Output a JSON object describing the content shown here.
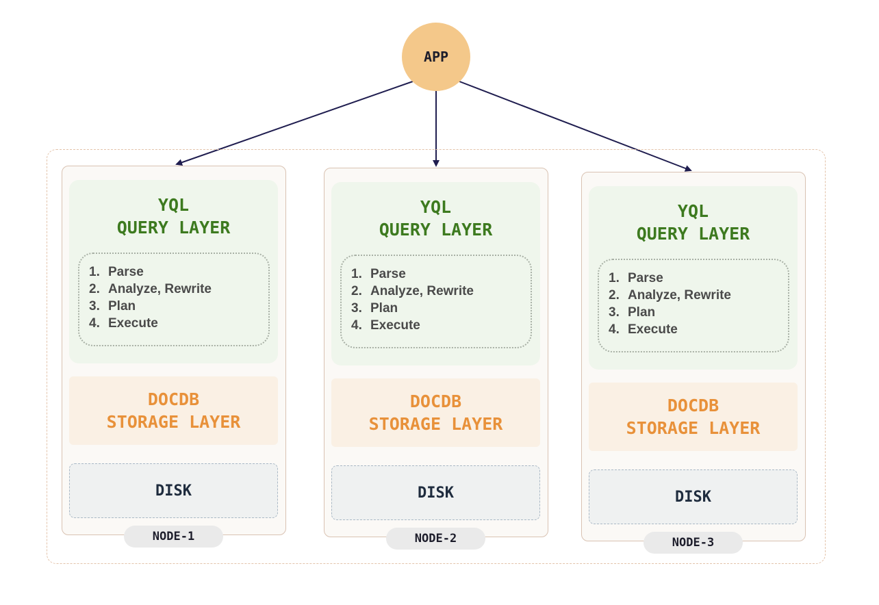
{
  "app": {
    "label": "APP"
  },
  "nodes": [
    {
      "name": "NODE-1",
      "query_layer": [
        "YQL",
        "QUERY LAYER"
      ],
      "steps": [
        {
          "num": "1.",
          "text": "Parse"
        },
        {
          "num": "2.",
          "text": "Analyze, Rewrite"
        },
        {
          "num": "3.",
          "text": "Plan"
        },
        {
          "num": "4.",
          "text": "Execute"
        }
      ],
      "storage_layer": [
        "DOCDB",
        "STORAGE LAYER"
      ],
      "disk": "DISK"
    },
    {
      "name": "NODE-2",
      "query_layer": [
        "YQL",
        "QUERY LAYER"
      ],
      "steps": [
        {
          "num": "1.",
          "text": "Parse"
        },
        {
          "num": "2.",
          "text": "Analyze, Rewrite"
        },
        {
          "num": "3.",
          "text": "Plan"
        },
        {
          "num": "4.",
          "text": "Execute"
        }
      ],
      "storage_layer": [
        "DOCDB",
        "STORAGE LAYER"
      ],
      "disk": "DISK"
    },
    {
      "name": "NODE-3",
      "query_layer": [
        "YQL",
        "QUERY LAYER"
      ],
      "steps": [
        {
          "num": "1.",
          "text": "Parse"
        },
        {
          "num": "2.",
          "text": "Analyze, Rewrite"
        },
        {
          "num": "3.",
          "text": "Plan"
        },
        {
          "num": "4.",
          "text": "Execute"
        }
      ],
      "storage_layer": [
        "DOCDB",
        "STORAGE LAYER"
      ],
      "disk": "DISK"
    }
  ],
  "colors": {
    "app": "#f4c88a",
    "query_layer_text": "#3d7a1f",
    "storage_layer_text": "#e8913a",
    "arrow": "#1f1d4f"
  }
}
